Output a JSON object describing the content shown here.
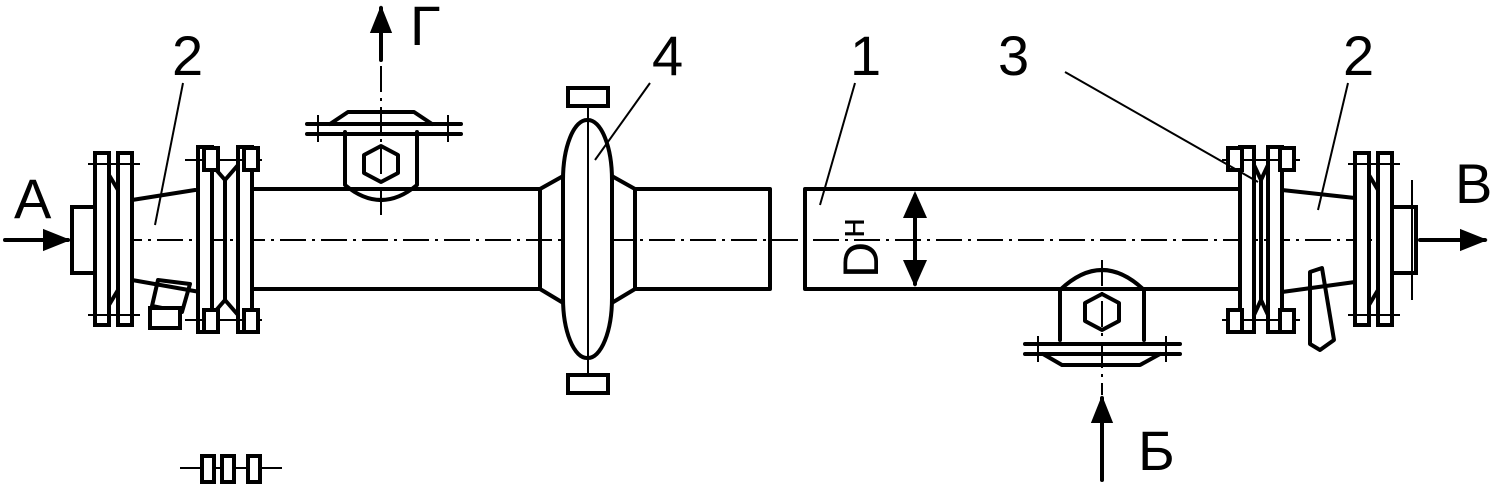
{
  "labels": {
    "part1": "1",
    "part2_left": "2",
    "part2_right": "2",
    "part3": "3",
    "part4": "4",
    "inlet_a": "А",
    "outlet_v": "В",
    "branch_g": "Г",
    "branch_b": "Б",
    "dim_letter": "D",
    "dim_sub": "н"
  },
  "colors": {
    "line": "#000000",
    "background": "#ffffff"
  }
}
